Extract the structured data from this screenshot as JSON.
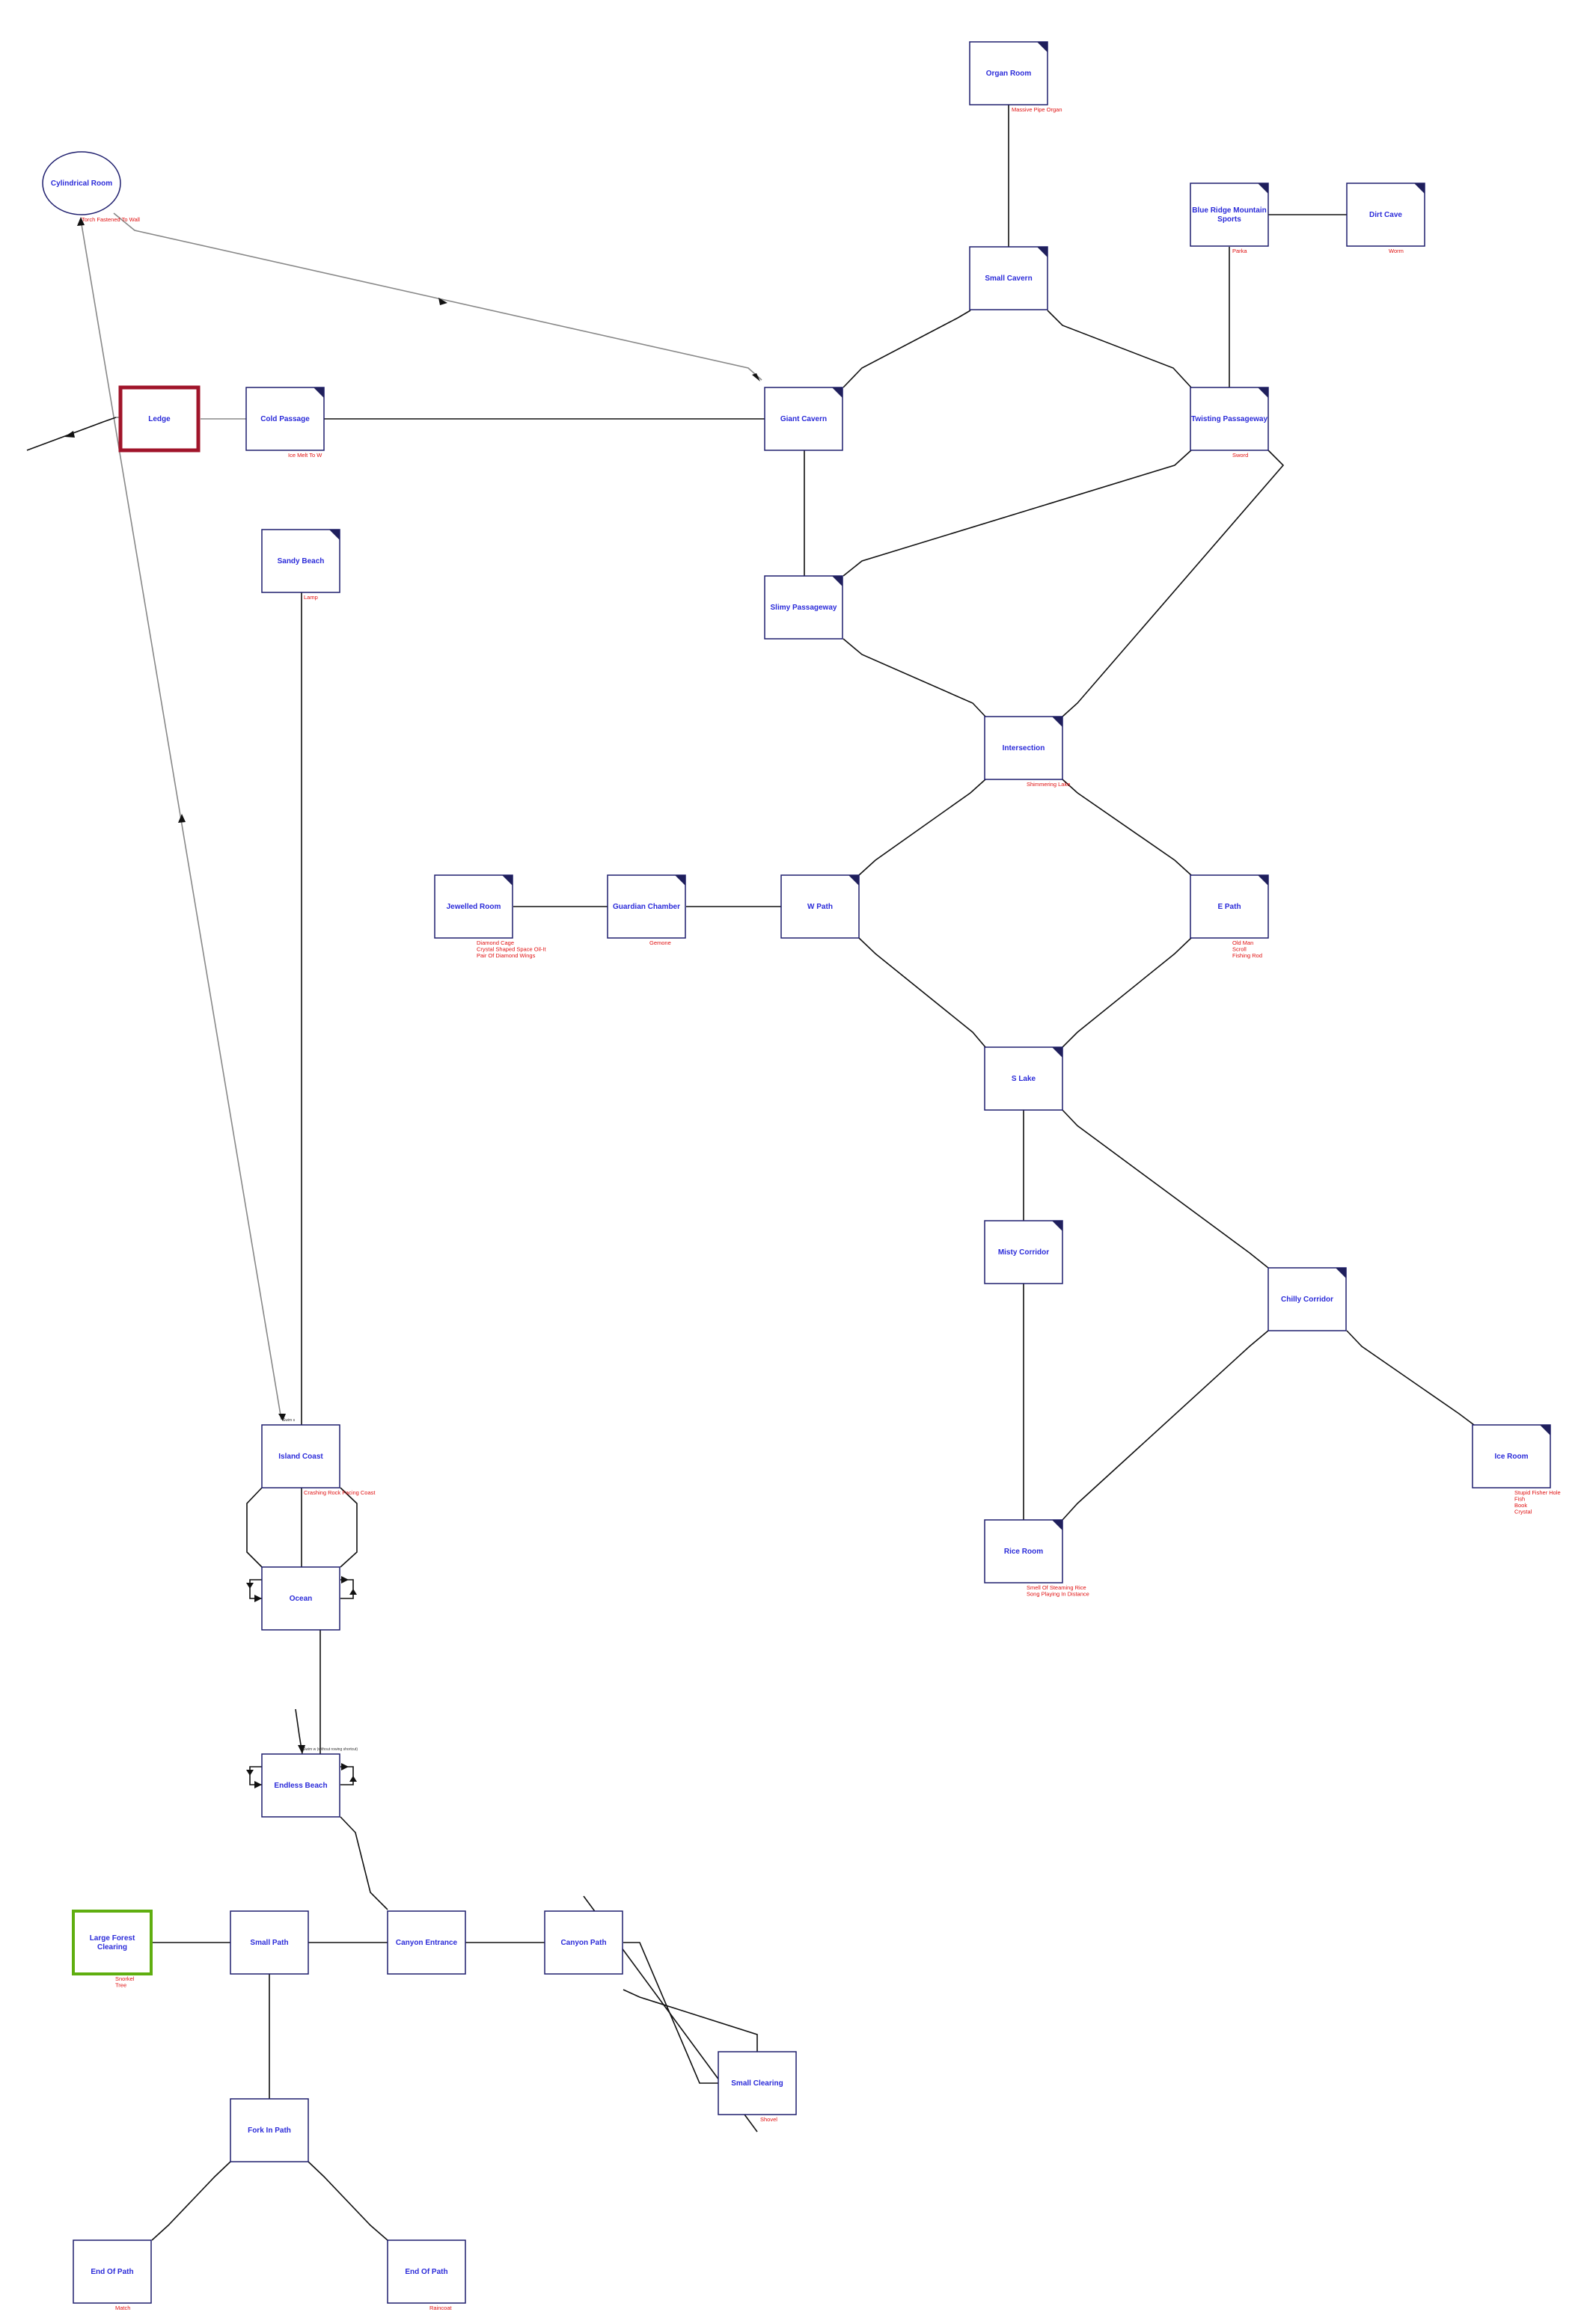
{
  "colors": {
    "box_stroke": "#1f1f6e",
    "room_text": "#2b2bd9",
    "item_text": "#e01010",
    "corner_mark": "#1f1f5c",
    "start_border": "#5fae0f",
    "current_border": "#a0142a",
    "one_way_line": "#888888",
    "line": "#111111"
  },
  "rooms": [
    {
      "id": "organ_room",
      "name": "Organ Room",
      "items": [
        "Massive Pipe Organ"
      ]
    },
    {
      "id": "cylindrical_room",
      "name": "Cylindrical Room",
      "items": [
        "Torch Fastened To Wall"
      ]
    },
    {
      "id": "blue_ridge",
      "name": "Blue Ridge Mountain Sports",
      "items": [
        "Parka"
      ]
    },
    {
      "id": "dirt_cave",
      "name": "Dirt Cave",
      "items": [
        "Worm"
      ]
    },
    {
      "id": "small_cavern",
      "name": "Small Cavern",
      "items": []
    },
    {
      "id": "ledge",
      "name": "Ledge",
      "items": []
    },
    {
      "id": "cold_passage",
      "name": "Cold Passage",
      "items": [
        "Ice Melt To W"
      ]
    },
    {
      "id": "giant_cavern",
      "name": "Giant Cavern",
      "items": []
    },
    {
      "id": "twisting_passageway",
      "name": "Twisting Passageway",
      "items": [
        "Sword"
      ]
    },
    {
      "id": "sandy_beach",
      "name": "Sandy Beach",
      "items": [
        "Lamp"
      ]
    },
    {
      "id": "slimy_passageway",
      "name": "Slimy Passageway",
      "items": []
    },
    {
      "id": "intersection",
      "name": "Intersection",
      "items": [
        "Shimmering Lake"
      ]
    },
    {
      "id": "jewelled_room",
      "name": "Jewelled Room",
      "items": [
        "Diamond Cage",
        "Crystal Shaped Space Oil-It",
        "Pair Of Diamond Wings"
      ]
    },
    {
      "id": "guardian_chamber",
      "name": "Guardian Chamber",
      "items": [
        "Gemone"
      ]
    },
    {
      "id": "w_path",
      "name": "W Path",
      "items": []
    },
    {
      "id": "e_path",
      "name": "E Path",
      "items": [
        "Old Man",
        "Scroll",
        "Fishing Rod"
      ]
    },
    {
      "id": "s_lake",
      "name": "S Lake",
      "items": []
    },
    {
      "id": "misty_corridor",
      "name": "Misty Corridor",
      "items": []
    },
    {
      "id": "chilly_corridor",
      "name": "Chilly Corridor",
      "items": []
    },
    {
      "id": "ice_room",
      "name": "Ice Room",
      "items": [
        "Stupid Fisher Hole",
        "Fish",
        "Book",
        "Crystal"
      ]
    },
    {
      "id": "island_coast",
      "name": "Island Coast",
      "items": [
        "Crashing Rock Facing Coast"
      ]
    },
    {
      "id": "rice_room",
      "name": "Rice Room",
      "items": [
        "Smell Of Steaming Rice",
        "Song Playing In Distance"
      ]
    },
    {
      "id": "ocean",
      "name": "Ocean",
      "items": []
    },
    {
      "id": "endless_beach",
      "name": "Endless Beach",
      "items": []
    },
    {
      "id": "large_forest_clearing",
      "name": "Large Forest Clearing",
      "items": [
        "Snorkel",
        "Tree"
      ]
    },
    {
      "id": "small_path",
      "name": "Small Path",
      "items": []
    },
    {
      "id": "canyon_entrance",
      "name": "Canyon Entrance",
      "items": []
    },
    {
      "id": "canyon_path",
      "name": "Canyon Path",
      "items": []
    },
    {
      "id": "small_clearing",
      "name": "Small Clearing",
      "items": [
        "Shovel"
      ]
    },
    {
      "id": "fork_in_path",
      "name": "Fork In Path",
      "items": []
    },
    {
      "id": "end_of_path_w",
      "name": "End Of Path",
      "items": [
        "Match"
      ]
    },
    {
      "id": "end_of_path_e",
      "name": "End Of Path",
      "items": [
        "Raincoat"
      ]
    }
  ],
  "connector_labels": {
    "island_coast_top": "Swim s",
    "endless_beach_top": "Swim w (without rowing shortcut)"
  }
}
